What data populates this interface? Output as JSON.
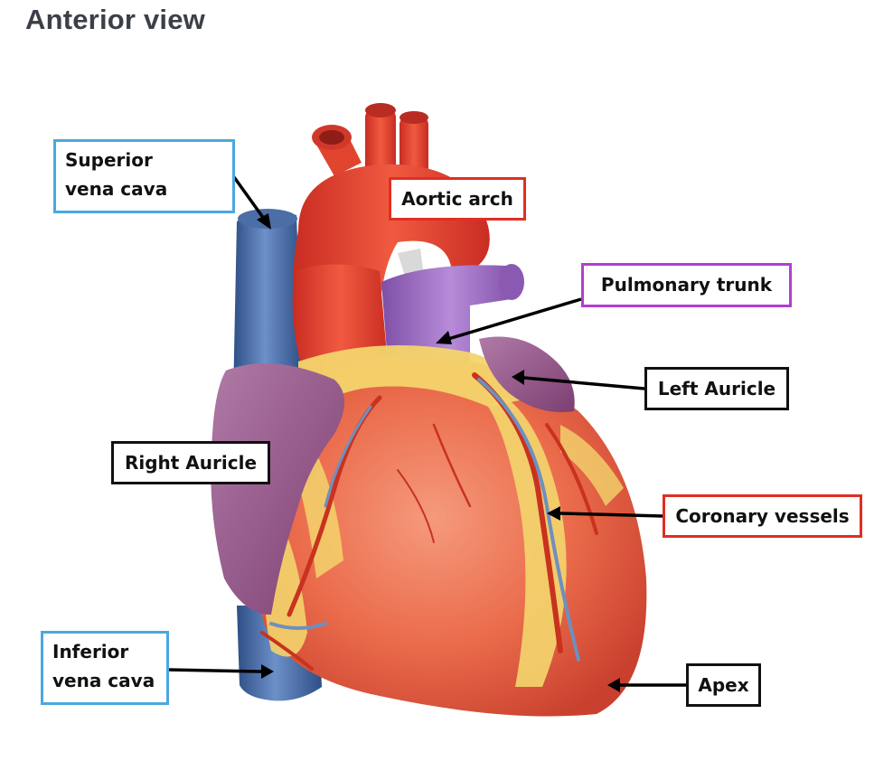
{
  "title": "Anterior view",
  "colors": {
    "blue_box": "#4aa8e0",
    "red_box": "#e02e24",
    "purple_box": "#b33fcf",
    "black_box": "#111111",
    "arrow": "#000000",
    "heart_muscle": "#e85a3c",
    "aorta": "#e8432e",
    "vena_cava": "#4a6fa8",
    "pulmonary": "#9f6bc2",
    "auricle": "#9a5a8c",
    "fat": "#f3d46c"
  },
  "labels": {
    "superior_vena_cava": {
      "line1": "Superior",
      "line2": "vena cava",
      "border_color": "blue_box"
    },
    "aortic_arch": {
      "text": "Aortic arch",
      "border_color": "red_box"
    },
    "pulmonary_trunk": {
      "text": "Pulmonary trunk",
      "border_color": "purple_box"
    },
    "left_auricle": {
      "text": "Left Auricle",
      "border_color": "black_box"
    },
    "right_auricle": {
      "text": "Right Auricle",
      "border_color": "black_box"
    },
    "coronary_vessels": {
      "text": "Coronary vessels",
      "border_color": "red_box"
    },
    "inferior_vena_cava": {
      "line1": "Inferior",
      "line2": "vena cava",
      "border_color": "blue_box"
    },
    "apex": {
      "text": "Apex",
      "border_color": "black_box"
    }
  }
}
